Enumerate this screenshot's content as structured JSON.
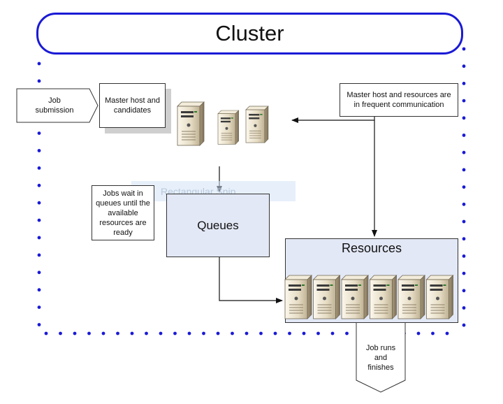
{
  "cluster": {
    "title": "Cluster"
  },
  "callouts": {
    "job_submission": "Job submission",
    "master_host": "Master host and candidates",
    "communication": "Master host and resources are in frequent communication",
    "jobs_wait": "Jobs wait in queues until the available resources are ready",
    "job_runs": "Job runs and finishes"
  },
  "boxes": {
    "queues": "Queues",
    "resources": "Resources"
  },
  "watermark": "Rectangular Snip",
  "colors": {
    "cluster_border": "#1a1ad6",
    "box_fill": "#e3e8f6",
    "server_body": "#e9e0cc"
  },
  "counts": {
    "master_servers": 3,
    "resource_servers": 6
  }
}
